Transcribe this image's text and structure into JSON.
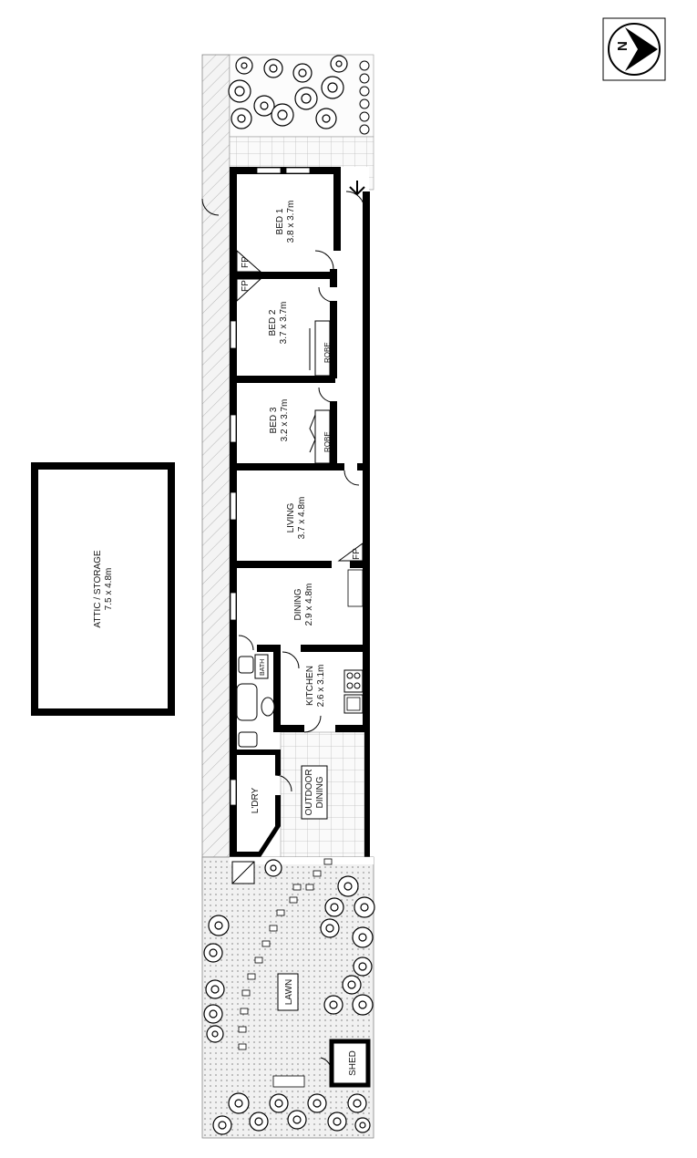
{
  "compass": {
    "letter": "N"
  },
  "attic": {
    "name": "ATTIC / STORAGE",
    "size": "7.5 x 4.8m"
  },
  "rooms": {
    "bed1": {
      "name": "BED 1",
      "size": "3.8 x 3.7m"
    },
    "bed2": {
      "name": "BED 2",
      "size": "3.7 x 3.7m"
    },
    "bed3": {
      "name": "BED 3",
      "size": "3.2 x 3.7m"
    },
    "living": {
      "name": "LIVING",
      "size": "3.7 x 4.8m"
    },
    "dining": {
      "name": "DINING",
      "size": "2.9 x 4.8m"
    },
    "kitchen": {
      "name": "KITCHEN",
      "size": "2.6 x 3.1m"
    },
    "outdoor": {
      "line1": "OUTDOOR",
      "line2": "DINING"
    },
    "laundry": {
      "name": "L'DRY"
    },
    "lawn": {
      "name": "LAWN"
    },
    "shed": {
      "name": "SHED"
    }
  },
  "fixtures": {
    "fp_bed1": "FP",
    "fp_bed2": "FP",
    "fp_living": "FP",
    "robe_bed2": "ROBE",
    "robe_bed3": "ROBE",
    "bath": "BATH"
  },
  "colors": {
    "wall": "#000000",
    "paving": "#f2f2f2",
    "lawn": "#e9e9e9"
  }
}
